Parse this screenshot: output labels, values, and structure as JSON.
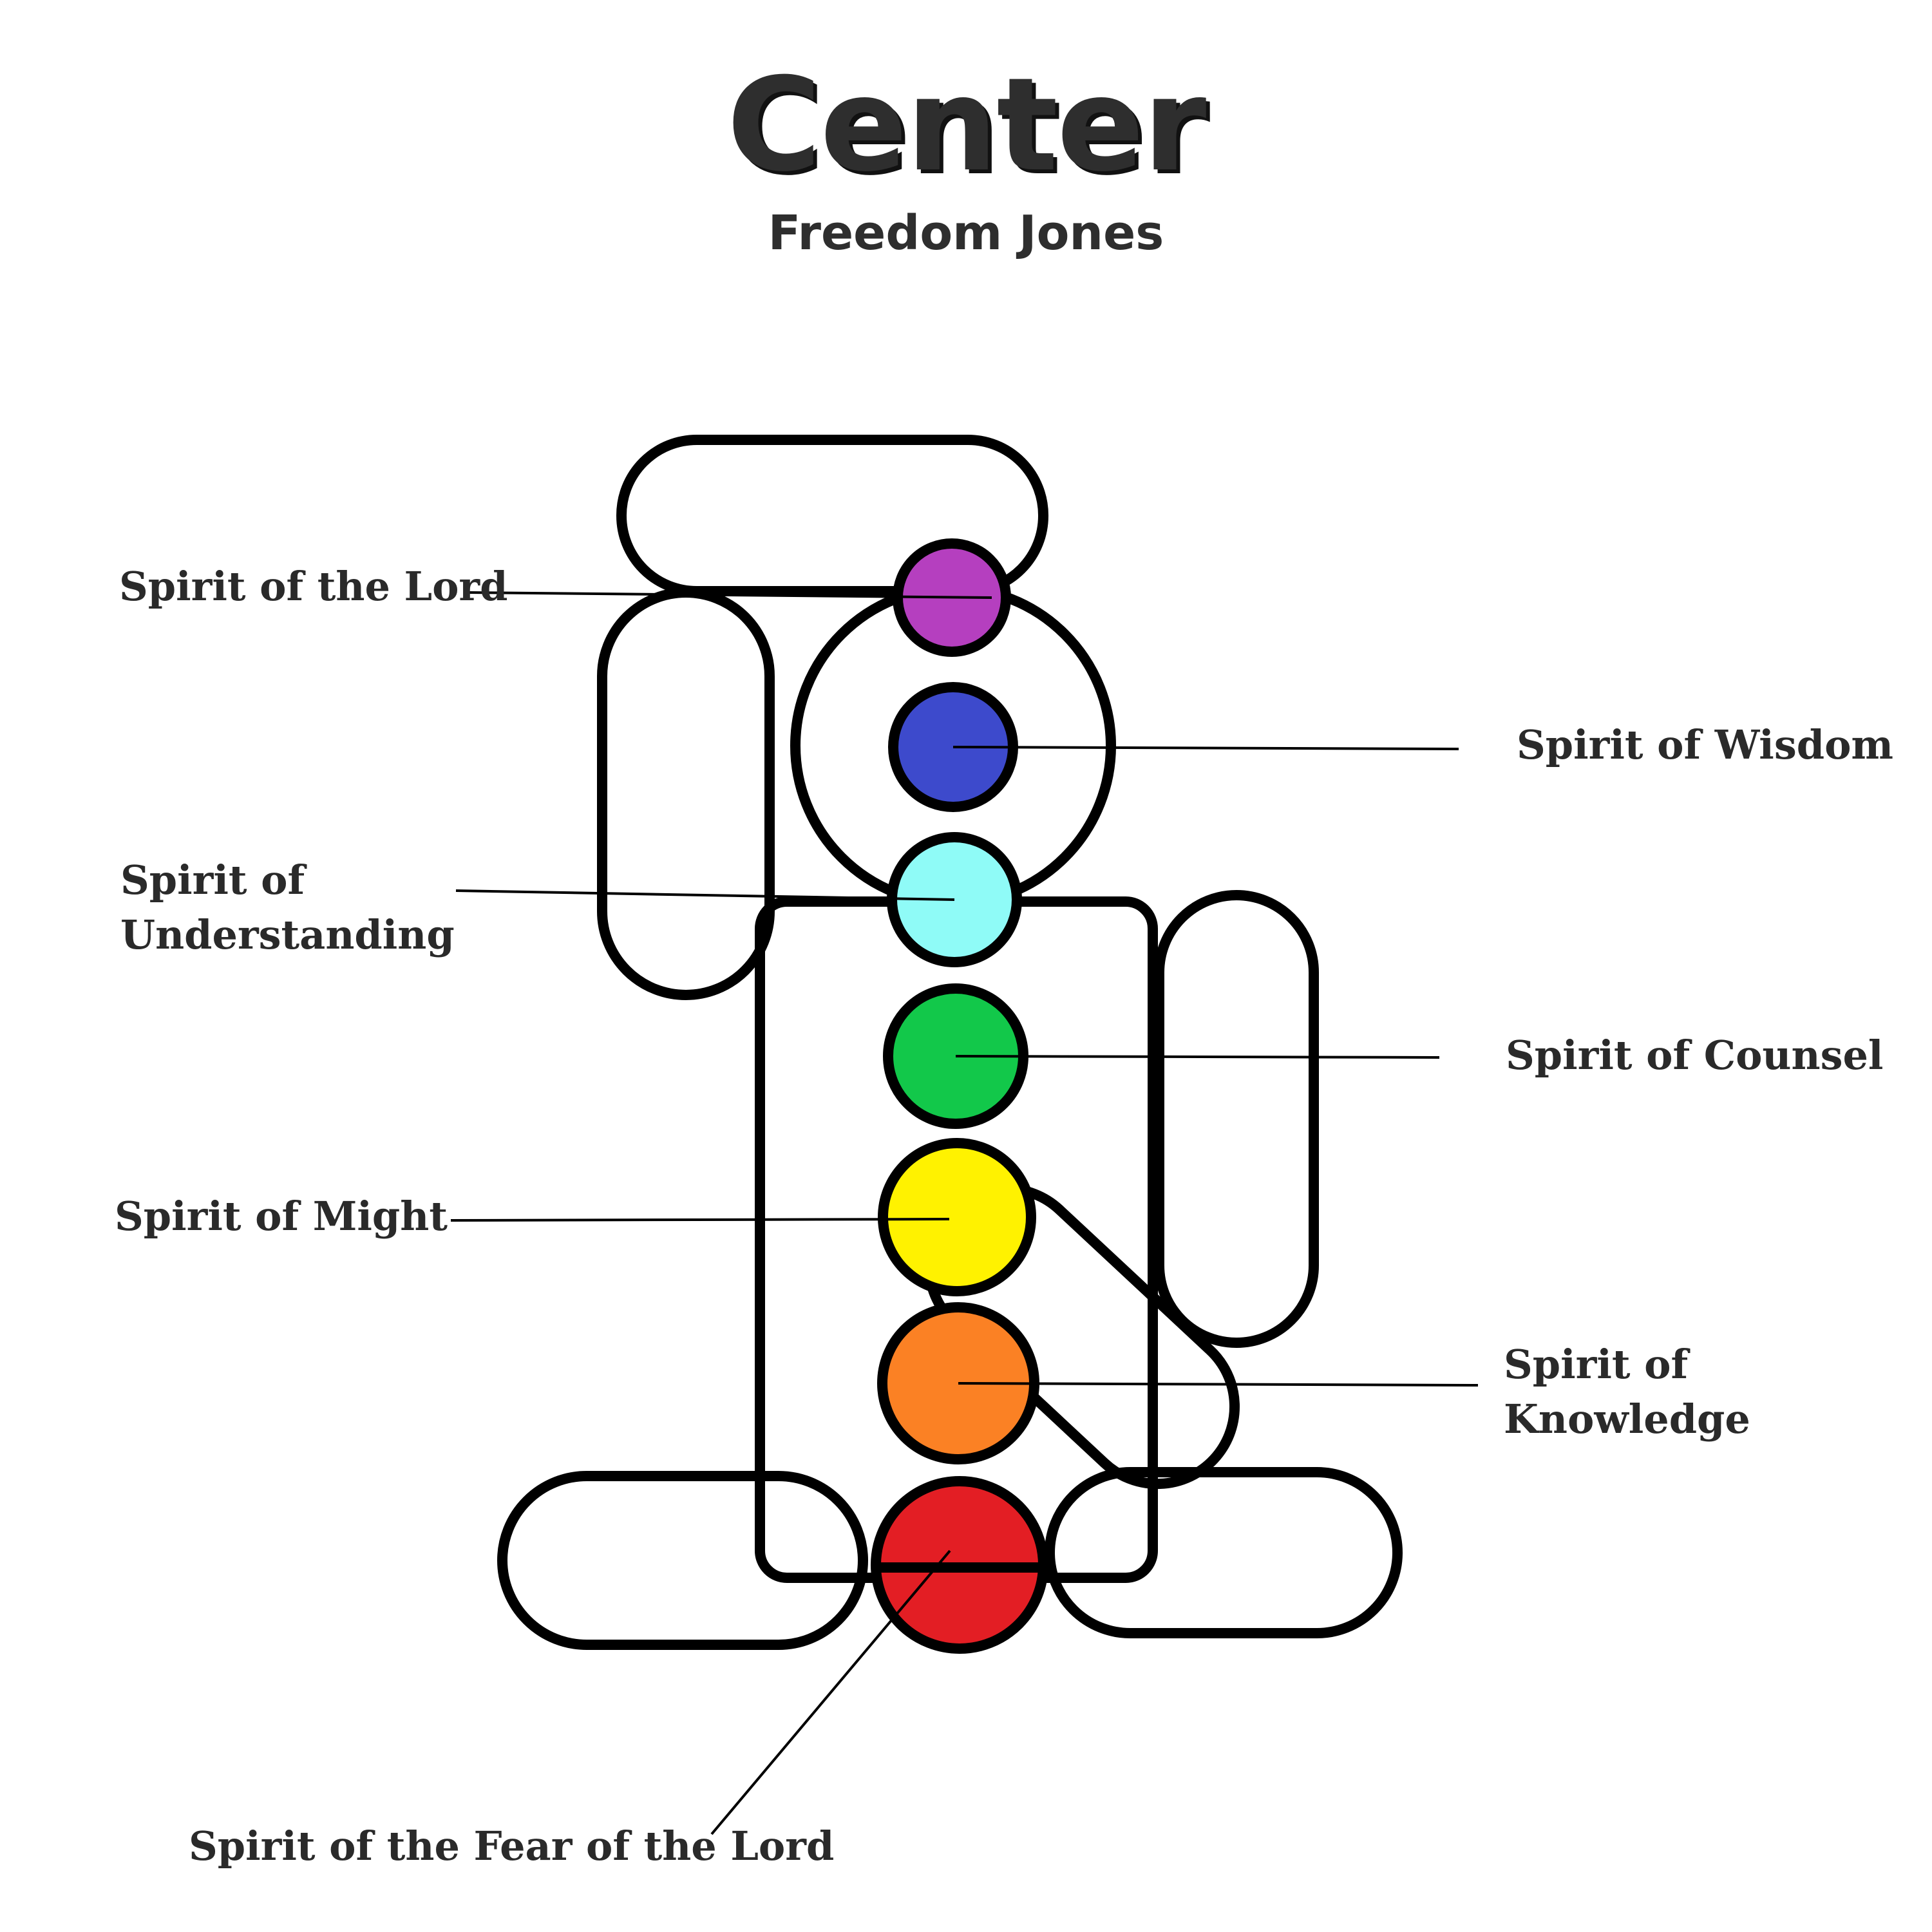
{
  "header": {
    "title": "Center",
    "subtitle": "Freedom Jones"
  },
  "centers": [
    {
      "id": "lord",
      "label": "Spirit of the Lord",
      "color": "#b53fbf"
    },
    {
      "id": "wisdom",
      "label": "Spirit of Wisdom",
      "color": "#3d4acc"
    },
    {
      "id": "understanding",
      "label_lines": [
        "Spirit of",
        "Understanding"
      ],
      "color": "#8ffbf7"
    },
    {
      "id": "counsel",
      "label": "Spirit of Counsel",
      "color": "#12c84a"
    },
    {
      "id": "might",
      "label": "Spirit of Might",
      "color": "#fff200"
    },
    {
      "id": "knowledge",
      "label_lines": [
        "Spirit of",
        "Knowledge"
      ],
      "color": "#fb8124"
    },
    {
      "id": "fear",
      "label": "Spirit of the Fear of the Lord",
      "color": "#e31e24"
    }
  ]
}
